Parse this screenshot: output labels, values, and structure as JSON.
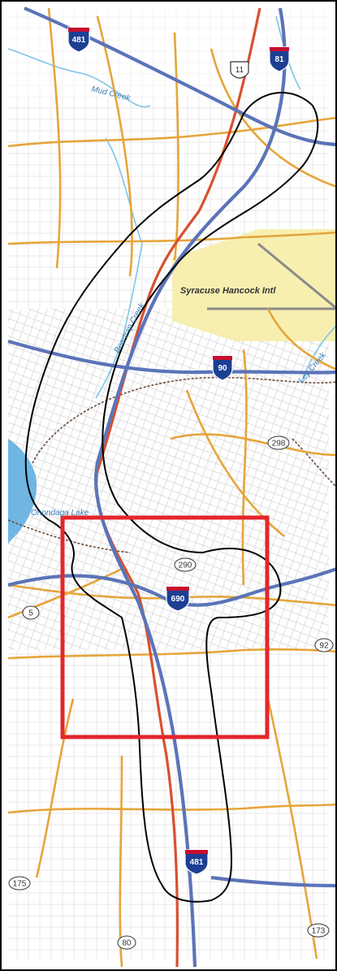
{
  "map": {
    "labels": {
      "mud_creek": "Mud Creek",
      "beartrap_creek": "Beartrap Creek",
      "ley_creek": "Ley Creek",
      "airport": "Syracuse Hancock Intl",
      "onondaga_lake": "Onondaga Lake"
    },
    "interstates": [
      {
        "id": "i481-north",
        "number": "481"
      },
      {
        "id": "i81",
        "number": "81"
      },
      {
        "id": "i90",
        "number": "90"
      },
      {
        "id": "i690",
        "number": "690"
      },
      {
        "id": "i481-south",
        "number": "481"
      }
    ],
    "us_routes": [
      {
        "id": "us11",
        "number": "11"
      }
    ],
    "state_routes": [
      {
        "id": "r298",
        "number": "298"
      },
      {
        "id": "r290",
        "number": "290"
      },
      {
        "id": "r5",
        "number": "5"
      },
      {
        "id": "r92",
        "number": "92"
      },
      {
        "id": "r175",
        "number": "175"
      },
      {
        "id": "r173",
        "number": "173"
      },
      {
        "id": "r80",
        "number": "80"
      }
    ],
    "colors": {
      "interstate_blue": "#5b74b8",
      "us_highway_red": "#d9502f",
      "arterial_orange": "#e6a53a",
      "local_street_gray": "#c8c8c8",
      "water_blue": "#6fb6e3",
      "creek_blue": "#7fc4e8",
      "airport_yellow": "#f6efb0",
      "study_area_outline": "#000000",
      "focus_box_red": "#e4262b",
      "railroad": "#6b4b3a"
    }
  }
}
